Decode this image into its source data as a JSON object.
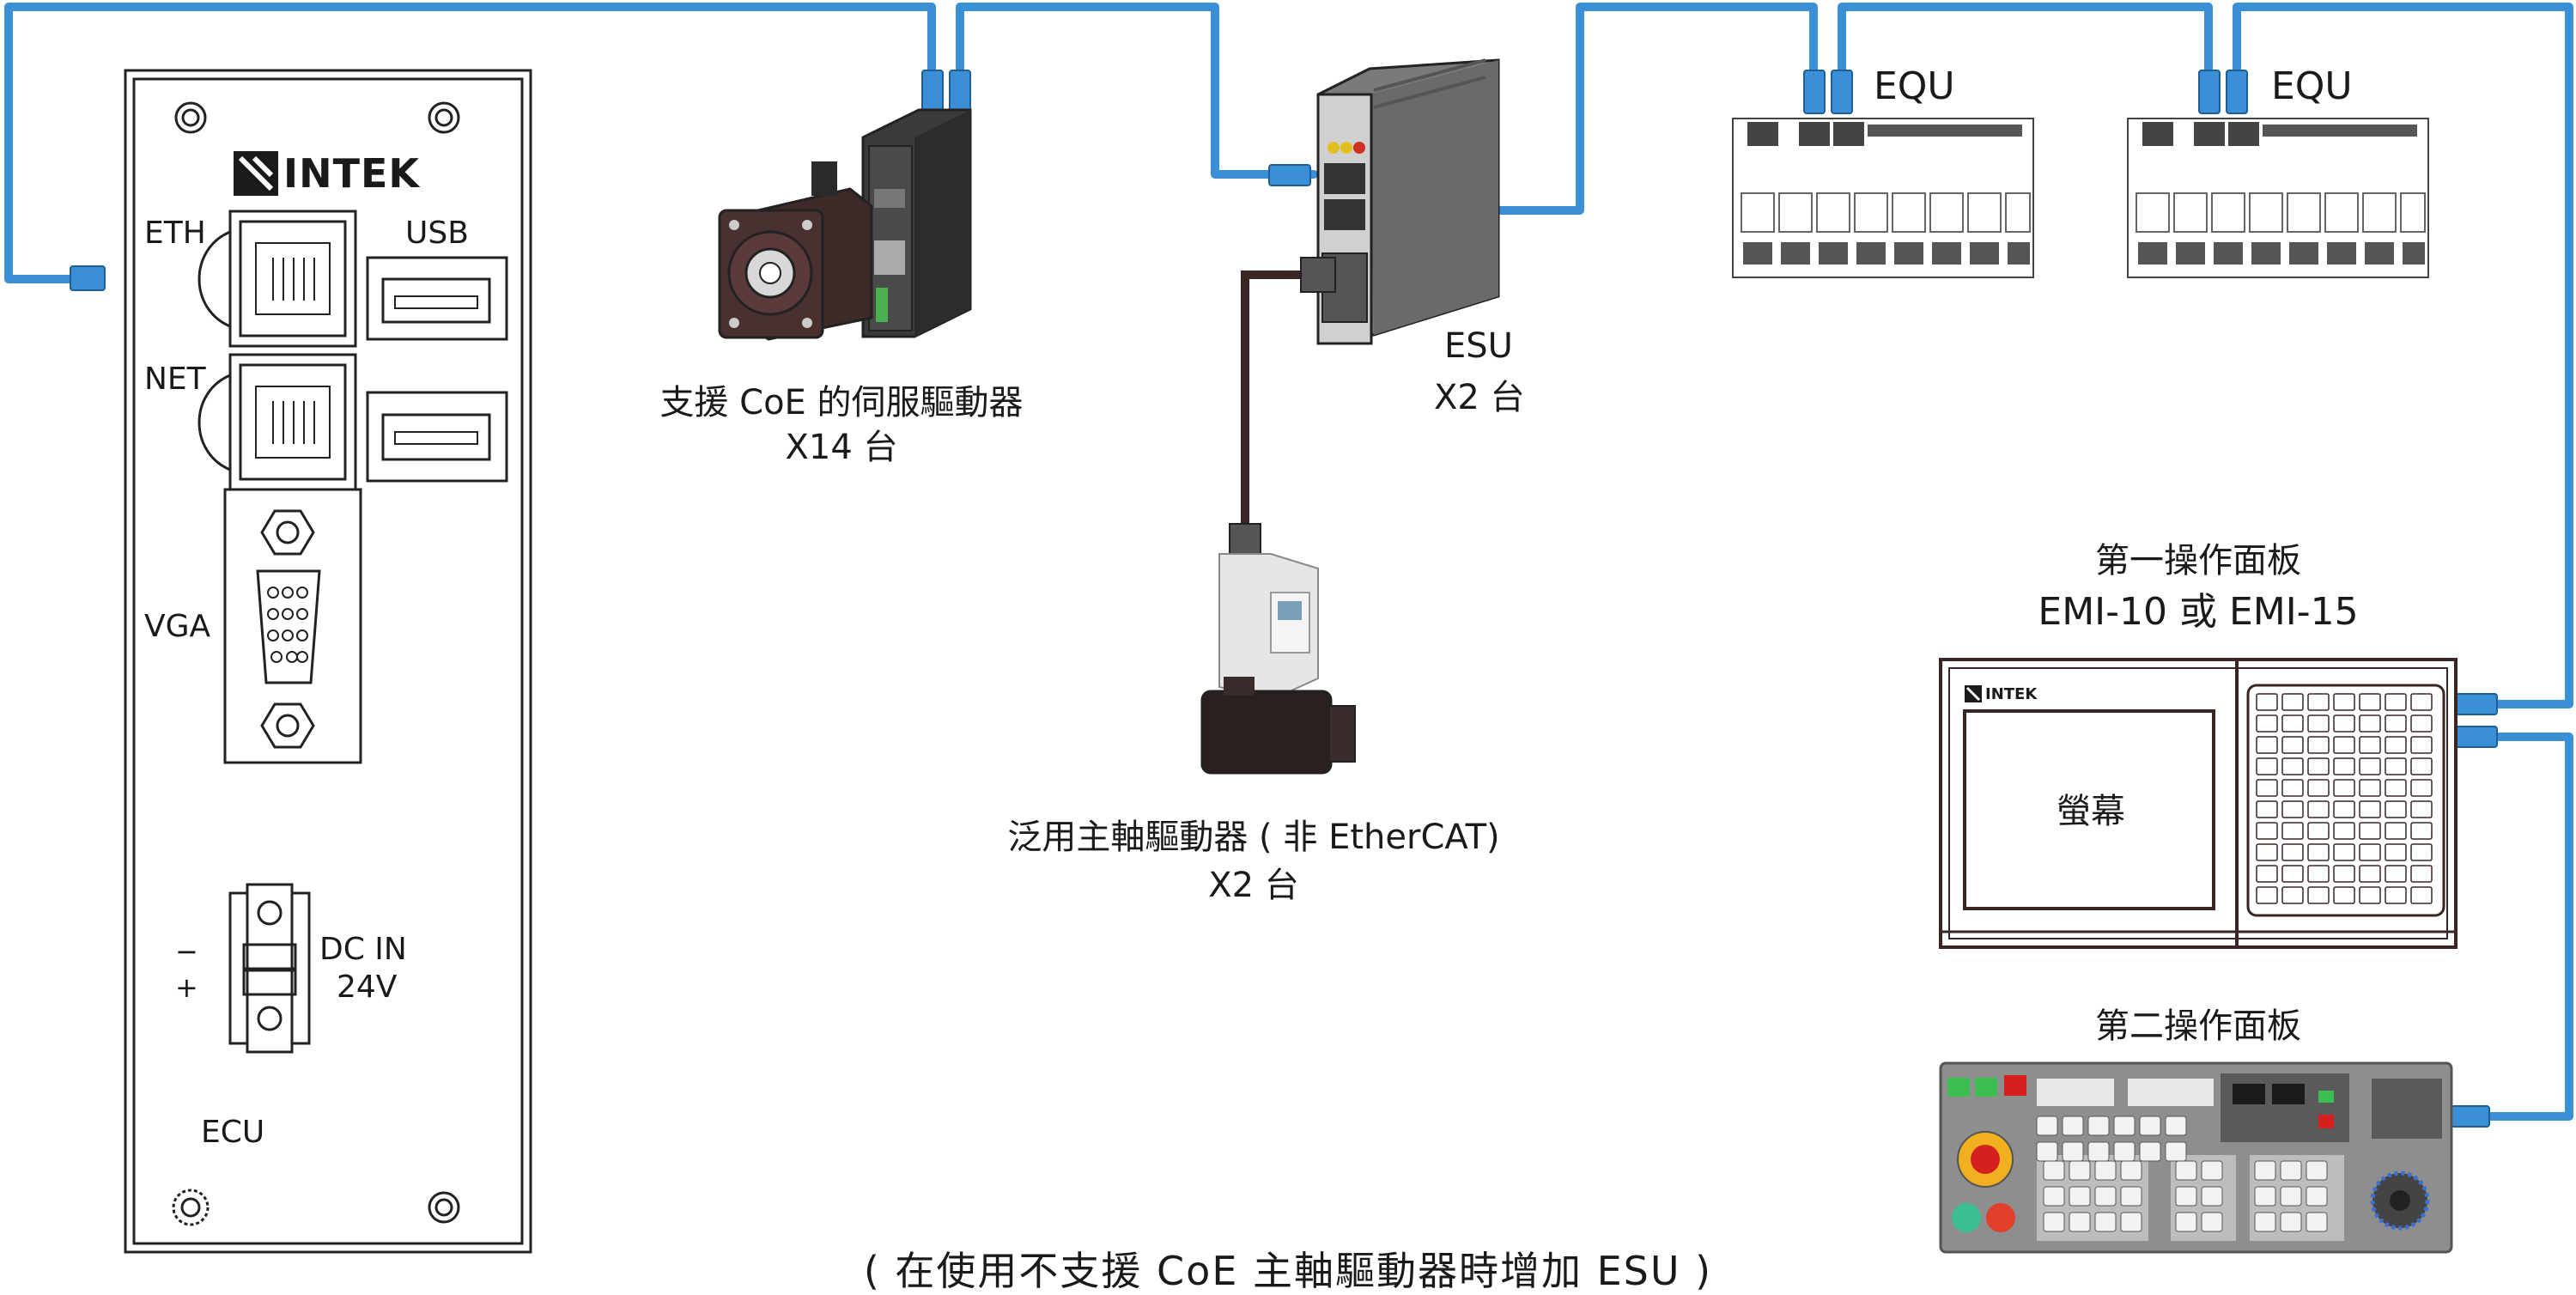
{
  "ecu": {
    "brand": "INTEK",
    "eth_label": "ETH",
    "usb_label": "USB",
    "net_label": "NET",
    "vga_label": "VGA",
    "minus_sign": "−",
    "plus_sign": "+",
    "dc_in_label": "DC IN",
    "voltage_label": "24V",
    "device_label": "ECU"
  },
  "servo": {
    "name": "支援 CoE 的伺服驅動器",
    "count": "X14 台"
  },
  "esu": {
    "name": "ESU",
    "count": "X2 台"
  },
  "equ": [
    {
      "name": "EQU"
    },
    {
      "name": "EQU"
    }
  ],
  "spindle": {
    "name": "泛用主軸驅動器 ( 非 EtherCAT)",
    "count": "X2 台"
  },
  "panel1": {
    "title": "第一操作面板",
    "model": "EMI-10 或 EMI-15",
    "brand": "INTEK",
    "screen_label": "螢幕"
  },
  "panel2": {
    "title": "第二操作面板"
  },
  "footnote": "( 在使用不支援 CoE 主軸驅動器時增加 ESU )",
  "colors": {
    "cable": "#3a8fd6",
    "outline": "#222222",
    "brand": "#1a1a1a"
  }
}
